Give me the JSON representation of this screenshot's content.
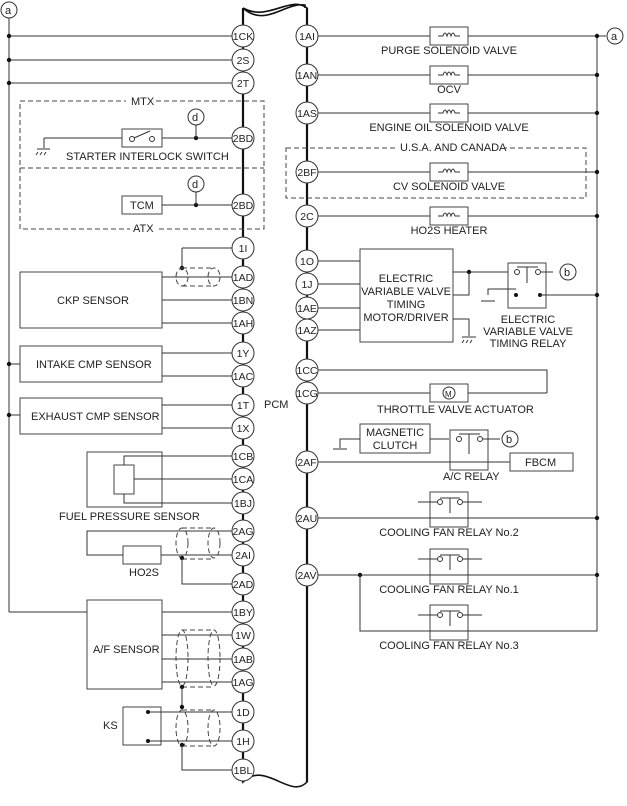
{
  "diagram": {
    "title": "PCM",
    "connectors": {
      "a": "a",
      "b": "b",
      "d": "d"
    },
    "left_pins": [
      "1CK",
      "2S",
      "2T",
      "2BD",
      "2BD",
      "1I",
      "1AD",
      "1BN",
      "1AH",
      "1Y",
      "1AC",
      "1T",
      "1X",
      "1CB",
      "1CA",
      "1BJ",
      "2AG",
      "2AI",
      "2AD",
      "1BY",
      "1W",
      "1AB",
      "1AG",
      "1D",
      "1H",
      "1BL"
    ],
    "right_pins": [
      "1AI",
      "1AN",
      "1AS",
      "2BF",
      "2C",
      "1O",
      "1J",
      "1AE",
      "1AZ",
      "1CC",
      "1CG",
      "2AF",
      "2AU",
      "2AV"
    ],
    "groups": {
      "mtx": "MTX",
      "atx": "ATX",
      "usa_canada": "U.S.A. AND CANADA"
    },
    "components": {
      "purge": "PURGE SOLENOID VALVE",
      "ocv": "OCV",
      "engine_oil": "ENGINE OIL SOLENOID VALVE",
      "cv": "CV SOLENOID VALVE",
      "ho2s_heater": "HO2S HEATER",
      "evvt_motor": [
        "ELECTRIC",
        "VARIABLE VALVE",
        "TIMING",
        "MOTOR/DRIVER"
      ],
      "evvt_relay": [
        "ELECTRIC",
        "VARIABLE VALVE",
        "TIMING RELAY"
      ],
      "throttle": "THROTTLE VALVE ACTUATOR",
      "magnetic_clutch": [
        "MAGNETIC",
        "CLUTCH"
      ],
      "ac_relay": "A/C RELAY",
      "fbcm": "FBCM",
      "fan2": "COOLING FAN RELAY No.2",
      "fan1": "COOLING FAN RELAY No.1",
      "fan3": "COOLING FAN RELAY No.3",
      "starter_switch": "STARTER INTERLOCK SWITCH",
      "tcm": "TCM",
      "ckp": "CKP SENSOR",
      "intake_cmp": "INTAKE CMP SENSOR",
      "exhaust_cmp": "EXHAUST CMP SENSOR",
      "fuel_pressure": "FUEL PRESSURE SENSOR",
      "ho2s": "HO2S",
      "af_sensor": "A/F SENSOR",
      "ks": "KS"
    }
  }
}
